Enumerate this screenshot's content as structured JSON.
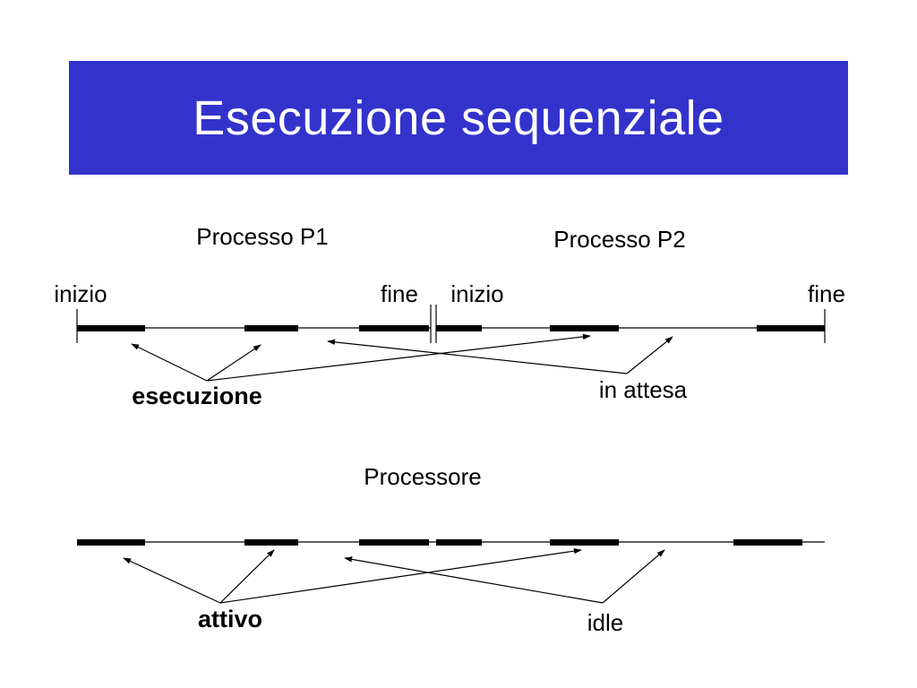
{
  "title": "Esecuzione sequenziale",
  "colors": {
    "title_background": "#3333cc",
    "title_text": "#ffffff"
  },
  "top_diagram": {
    "process1_label": "Processo P1",
    "process2_label": "Processo P2",
    "p1_start_label": "inizio",
    "p1_end_label": "fine",
    "p2_start_label": "inizio",
    "p2_end_label": "fine",
    "execution_label": "esecuzione",
    "waiting_label": "in attesa"
  },
  "bottom_diagram": {
    "processor_label": "Processore",
    "active_label": "attivo",
    "idle_label": "idle"
  }
}
